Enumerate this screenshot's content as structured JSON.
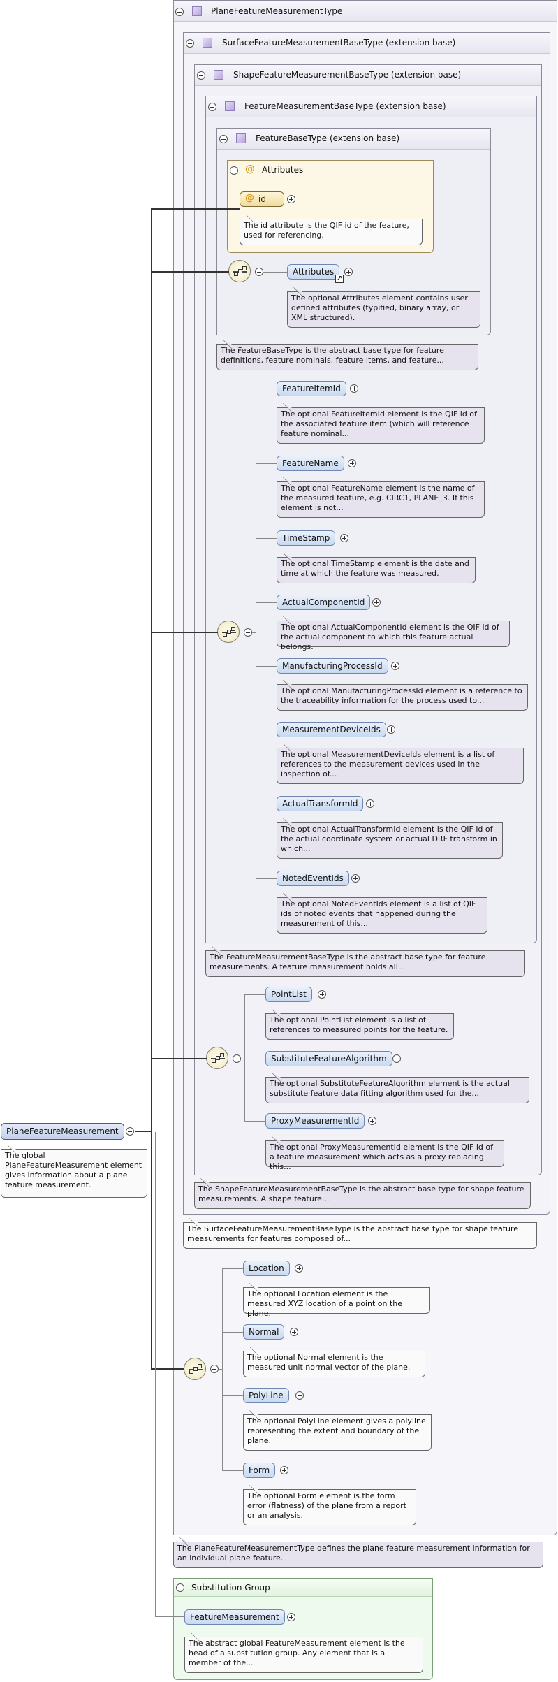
{
  "root_element": {
    "name": "PlaneFeatureMeasurement",
    "doc": "The global PlaneFeatureMeasurement element gives information about a plane feature measurement."
  },
  "types": {
    "plane": {
      "title": "PlaneFeatureMeasurementType",
      "doc": "The PlaneFeatureMeasurementType defines the plane feature measurement information for an individual plane feature."
    },
    "surface": {
      "title": "SurfaceFeatureMeasurementBaseType (extension base)",
      "doc": "The SurfaceFeatureMeasurementBaseType is the abstract base type for shape feature measurements for features composed of..."
    },
    "shape": {
      "title": "ShapeFeatureMeasurementBaseType (extension base)",
      "doc": "The ShapeFeatureMeasurementBaseType is the abstract base type for shape feature measurements. A shape feature..."
    },
    "measurement": {
      "title": "FeatureMeasurementBaseType (extension base)",
      "doc": "The FeatureMeasurementBaseType is the abstract base type for feature measurements. A feature measurement holds all..."
    },
    "base": {
      "title": "FeatureBaseType (extension base)",
      "doc": "The FeatureBaseType is the abstract base type for feature definitions, feature nominals, feature items, and feature..."
    }
  },
  "attributes_group": {
    "title": "Attributes",
    "id_label": "id",
    "id_doc": "The id attribute is the QIF id of the feature, used for referencing."
  },
  "base_elements": [
    {
      "name": "Attributes",
      "doc": "The optional Attributes element contains user defined attributes (typified, binary array, or XML structured)."
    }
  ],
  "measurement_elements": [
    {
      "name": "FeatureItemId",
      "doc": "The optional FeatureItemId element is the QIF id of the associated feature item (which will reference feature nominal..."
    },
    {
      "name": "FeatureName",
      "doc": "The optional FeatureName element is the name of the measured feature, e.g. CIRC1, PLANE_3. If this element is not..."
    },
    {
      "name": "TimeStamp",
      "doc": "The optional TimeStamp element is the date and time at which the feature was measured."
    },
    {
      "name": "ActualComponentId",
      "doc": "The optional ActualComponentId element is the QIF id of the actual component to which this feature actual belongs."
    },
    {
      "name": "ManufacturingProcessId",
      "doc": "The optional ManufacturingProcessId element is a reference to the traceability information for the process used to..."
    },
    {
      "name": "MeasurementDeviceIds",
      "doc": "The optional MeasurementDeviceIds element is a list of references to the measurement devices used in the inspection of..."
    },
    {
      "name": "ActualTransformId",
      "doc": "The optional ActualTransformId element is the QIF id of the actual coordinate system or actual DRF transform in which..."
    },
    {
      "name": "NotedEventIds",
      "doc": "The optional NotedEventIds element is a list of QIF ids of noted events that happened during the measurement of this..."
    }
  ],
  "shape_elements": [
    {
      "name": "PointList",
      "doc": "The optional PointList element is a list of references to measured points for the feature."
    },
    {
      "name": "SubstituteFeatureAlgorithm",
      "doc": "The optional SubstituteFeatureAlgorithm element is the actual substitute feature data fitting algorithm used for the..."
    },
    {
      "name": "ProxyMeasurementId",
      "doc": "The optional ProxyMeasurementId element is the QIF id of a feature measurement which acts as a proxy replacing this..."
    }
  ],
  "plane_elements": [
    {
      "name": "Location",
      "doc": "The optional Location element is the measured XYZ location of a point on the plane."
    },
    {
      "name": "Normal",
      "doc": "The optional Normal element is the measured unit normal vector of the plane."
    },
    {
      "name": "PolyLine",
      "doc": "The optional PolyLine element gives a polyline representing the extent and boundary of the plane."
    },
    {
      "name": "Form",
      "doc": "The optional Form element is the form error (flatness) of the plane from a report or an analysis."
    }
  ],
  "substitution": {
    "title": "Substitution Group",
    "element": "FeatureMeasurement",
    "doc": "The abstract global FeatureMeasurement element is the head of a substitution group. Any element that is a member of the..."
  },
  "colors": {
    "element_fill": "#c8d9f0",
    "doc_fill": "#e6e3ee",
    "attribute_fill": "#fdf7e6",
    "substitution_fill": "#effaee"
  }
}
